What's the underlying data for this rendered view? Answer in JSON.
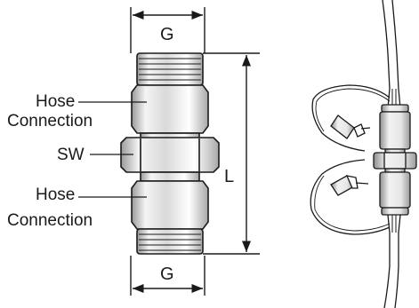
{
  "labels": {
    "top_dimension": "G",
    "bottom_dimension": "G",
    "upper_hose_line1": "Hose",
    "upper_hose_line2": "Connection",
    "wrench_size": "SW",
    "lower_hose_line1": "Hose",
    "lower_hose_line2": "Connection",
    "length_dimension": "L"
  },
  "colors": {
    "stroke": "#1a1a1a",
    "shading": "#bfbfbf",
    "fill": "#ffffff"
  }
}
